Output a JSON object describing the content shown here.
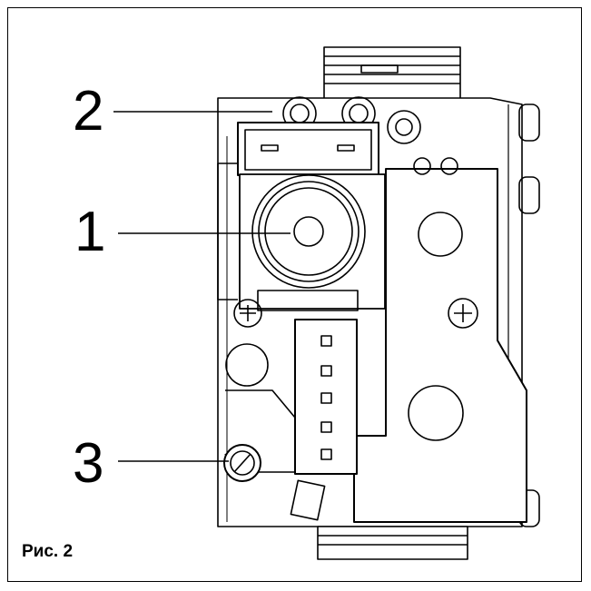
{
  "callouts": {
    "one": "1",
    "two": "2",
    "three": "3"
  },
  "caption": "Рис. 2",
  "colors": {
    "line": "#000000",
    "background": "#ffffff"
  }
}
